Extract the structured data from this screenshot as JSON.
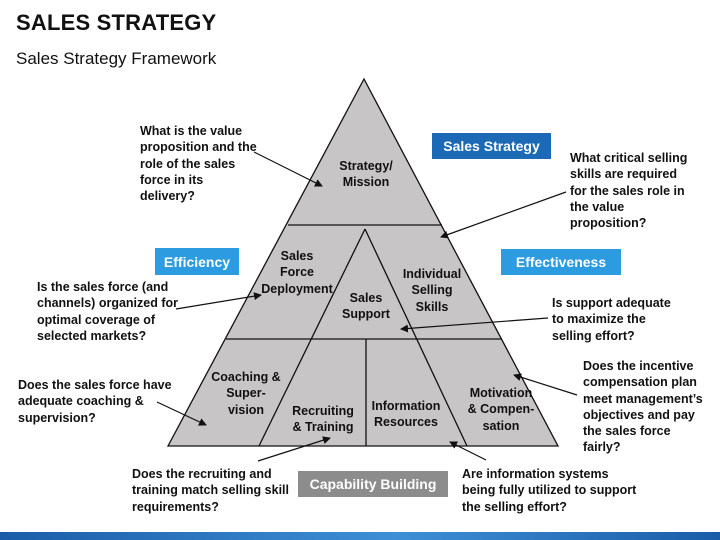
{
  "header": {
    "title": "SALES STRATEGY",
    "subtitle": "Sales Strategy Framework"
  },
  "tags": {
    "sales_strategy": "Sales Strategy",
    "efficiency": "Efficiency",
    "effectiveness": "Effectiveness",
    "capability_building": "Capability Building"
  },
  "segments": {
    "strategy_mission": [
      "Strategy/",
      "Mission"
    ],
    "sales_force_deployment": [
      "Sales",
      "Force",
      "Deployment"
    ],
    "sales_support": [
      "Sales",
      "Support"
    ],
    "individual_selling_skills": [
      "Individual",
      "Selling",
      "Skills"
    ],
    "coaching_supervision": [
      "Coaching &",
      "Super-",
      "vision"
    ],
    "recruiting_training": [
      "Recruiting",
      "& Training"
    ],
    "information_resources": [
      "Information",
      "Resources"
    ],
    "motivation_compensation": [
      "Motivation",
      "& Compen-",
      "sation"
    ]
  },
  "questions": {
    "value_proposition": [
      "What is the value",
      "proposition and the",
      "role of the sales",
      "force in its",
      "delivery?"
    ],
    "selling_skills": [
      "What critical selling",
      "skills are required",
      "for the sales role in",
      "the value",
      "proposition?"
    ],
    "sales_force_organized": [
      "Is the sales force (and",
      "channels) organized for",
      "optimal coverage of",
      "selected markets?"
    ],
    "support_adequate": [
      "Is support adequate",
      "to maximize the",
      "selling effort?"
    ],
    "incentive_plan": [
      "Does the incentive",
      "compensation plan",
      "meet management’s",
      "objectives and pay",
      "the sales force",
      "fairly?"
    ],
    "coaching_supervision": [
      "Does the sales force have",
      "adequate coaching &",
      "supervision?"
    ],
    "recruiting_training": [
      "Does the recruiting and",
      "training match selling skill",
      "requirements?"
    ],
    "information_systems": [
      "Are information systems",
      "being fully utilized to support",
      "the selling effort?"
    ]
  },
  "colors": {
    "pyramid_fill": "#c8c5c7",
    "tag_light_blue": "#2d9be0",
    "tag_navy": "#1c6ab5",
    "tag_gray": "#8c8c8c"
  }
}
